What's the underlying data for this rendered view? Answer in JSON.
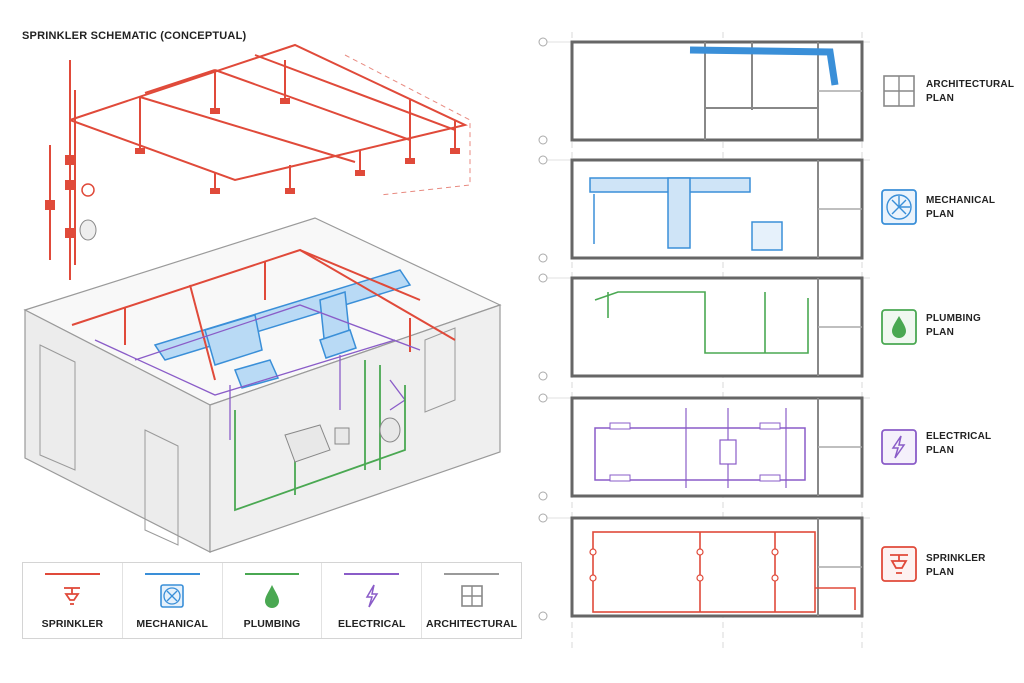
{
  "title": "SPRINKLER SCHEMATIC (CONCEPTUAL)",
  "colors": {
    "sprinkler": "#e04a3a",
    "mechanical": "#3a8fd8",
    "plumbing": "#4aa852",
    "electrical": "#8a5cc8",
    "architectural": "#888888"
  },
  "legend": [
    {
      "label": "SPRINKLER",
      "icon": "sprinkler-head-icon",
      "color": "#e04a3a"
    },
    {
      "label": "MECHANICAL",
      "icon": "fan-icon",
      "color": "#3a8fd8"
    },
    {
      "label": "PLUMBING",
      "icon": "water-drop-icon",
      "color": "#4aa852"
    },
    {
      "label": "ELECTRICAL",
      "icon": "lightning-icon",
      "color": "#8a5cc8"
    },
    {
      "label": "ARCHITECTURAL",
      "icon": "window-grid-icon",
      "color": "#888888"
    }
  ],
  "plans": [
    {
      "line1": "ARCHITECTURAL",
      "line2": "PLAN",
      "icon": "window-grid-icon",
      "color": "#888888"
    },
    {
      "line1": "MECHANICAL",
      "line2": "PLAN",
      "icon": "fan-icon",
      "color": "#3a8fd8"
    },
    {
      "line1": "PLUMBING",
      "line2": "PLAN",
      "icon": "water-drop-icon",
      "color": "#4aa852"
    },
    {
      "line1": "ELECTRICAL",
      "line2": "PLAN",
      "icon": "lightning-icon",
      "color": "#8a5cc8"
    },
    {
      "line1": "SPRINKLER",
      "line2": "PLAN",
      "icon": "sprinkler-head-icon",
      "color": "#e04a3a"
    }
  ]
}
